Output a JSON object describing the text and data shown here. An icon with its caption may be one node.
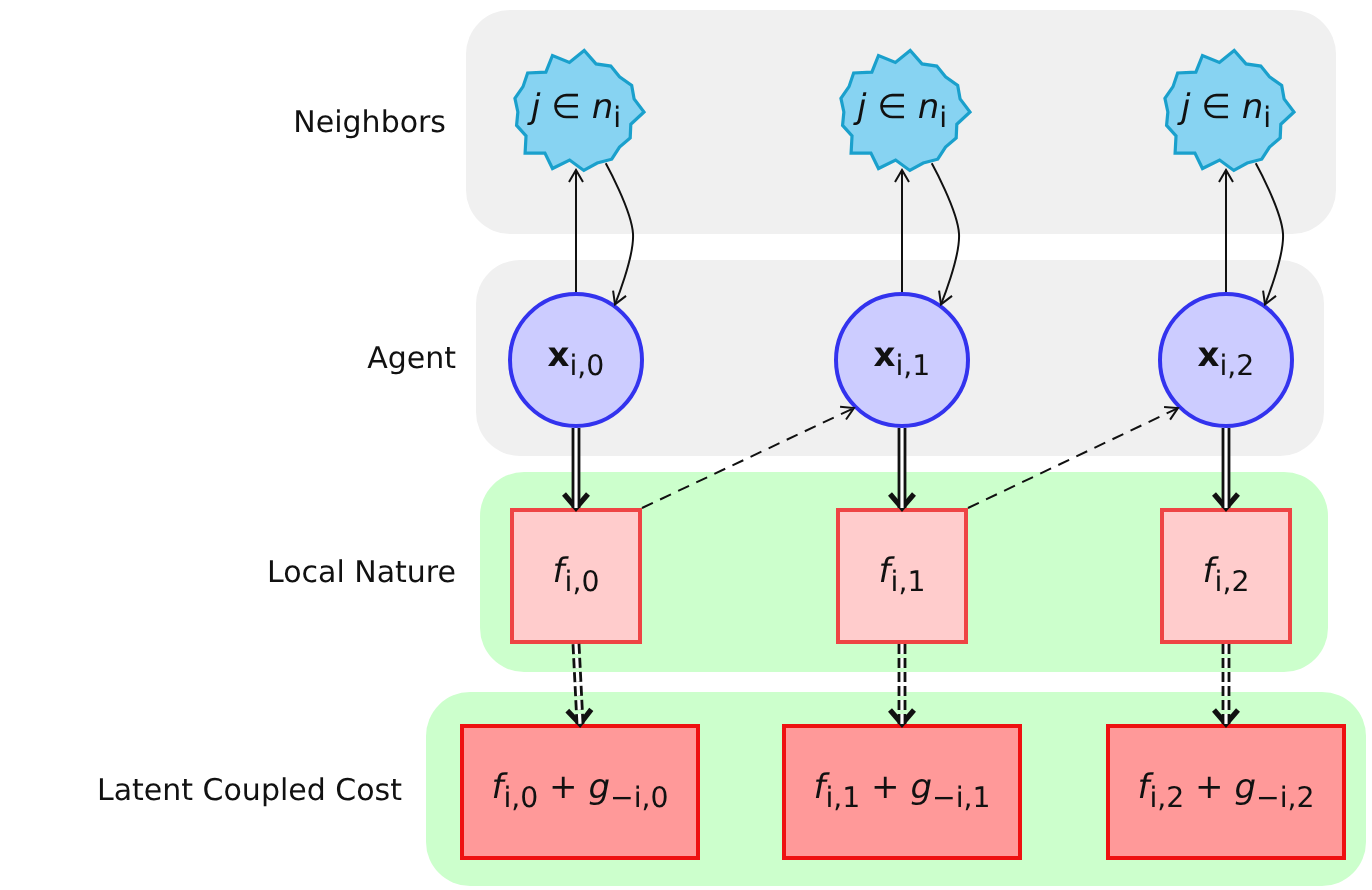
{
  "diagram": {
    "nodes": [
      {
        "text": [
          "Neighbors"
        ]
      },
      {
        "text": [
          "*j* ∈ *n*$_{i}$"
        ],
        "in": 0
      },
      {
        "text": [
          "*j* ∈ *n*$_{i}$"
        ],
        "in": 0
      },
      {
        "text": [
          "*j* ∈ *n*$_{i}$"
        ],
        "in": 0
      },
      {
        "text": [
          "Agent"
        ]
      },
      {
        "text": [
          "**x**$_{i,0}$"
        ],
        "in": 4
      },
      {
        "text": [
          "**x**$_{i,1}$"
        ],
        "in": 4
      },
      {
        "text": [
          "**x**$_{i,2}$"
        ],
        "in": 4
      },
      {
        "text": [
          "Local Nature"
        ]
      },
      {
        "text": [
          "*f*$_{i,0}$"
        ],
        "in": 8
      },
      {
        "text": [
          "*f*$_{i,1}$"
        ],
        "in": 8
      },
      {
        "text": [
          "*f*$_{i,2}$"
        ],
        "in": 8
      },
      {
        "text": [
          "Latent Coupled Cost"
        ]
      },
      {
        "text": [
          "*f*$_{i,0}$ + *g*$_{−i,0}$"
        ],
        "in": 12
      },
      {
        "text": [
          "*f*$_{i,1}$ + *g*$_{−i,1}$"
        ],
        "in": 12
      },
      {
        "text": [
          "*f*$_{i,2}$ + *g*$_{−i,2}$"
        ],
        "in": 12
      }
    ],
    "edges": [
      {
        "from": 5,
        "to": 1,
        "arrow": "to"
      },
      {
        "from": 1,
        "to": 5,
        "arrow": "to"
      },
      {
        "from": 5,
        "to": 9,
        "arrow": "to",
        "style": "thick"
      },
      {
        "from": 9,
        "to": 13,
        "arrow": "to",
        "style": "dashed"
      },
      {
        "from": 6,
        "to": 2,
        "arrow": "to"
      },
      {
        "from": 2,
        "to": 6,
        "arrow": "to"
      },
      {
        "from": 6,
        "to": 10,
        "arrow": "to",
        "style": "thick"
      },
      {
        "from": 10,
        "to": 14,
        "arrow": "to",
        "style": "dashed"
      },
      {
        "from": 7,
        "to": 3,
        "arrow": "to"
      },
      {
        "from": 3,
        "to": 7,
        "arrow": "to"
      },
      {
        "from": 7,
        "to": 11,
        "arrow": "to",
        "style": "thick"
      },
      {
        "from": 11,
        "to": 15,
        "arrow": "to",
        "style": "dashed"
      },
      {
        "from": 9,
        "to": 6,
        "arrow": "to",
        "style": "dashed"
      },
      {
        "from": 10,
        "to": 7,
        "arrow": "to",
        "style": "dashed"
      }
    ]
  }
}
